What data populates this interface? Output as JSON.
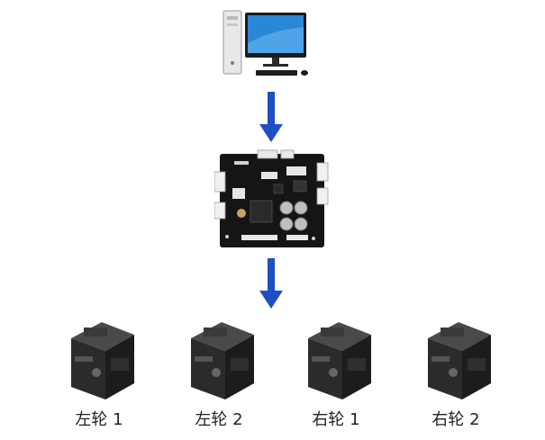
{
  "diagram": {
    "nodes": [
      {
        "id": "computer",
        "icon": "desktop-computer-icon"
      },
      {
        "id": "controller",
        "icon": "control-board-icon"
      },
      {
        "id": "motor-left-1",
        "icon": "servo-motor-icon",
        "label": "左轮 1"
      },
      {
        "id": "motor-left-2",
        "icon": "servo-motor-icon",
        "label": "左轮 2"
      },
      {
        "id": "motor-right-1",
        "icon": "servo-motor-icon",
        "label": "右轮 1"
      },
      {
        "id": "motor-right-2",
        "icon": "servo-motor-icon",
        "label": "右轮 2"
      }
    ],
    "edges": [
      {
        "from": "computer",
        "to": "controller"
      },
      {
        "from": "controller",
        "to": [
          "motor-left-1",
          "motor-left-2",
          "motor-right-1",
          "motor-right-2"
        ]
      }
    ],
    "colors": {
      "arrow": "#1f4fc4",
      "board": "#151515",
      "motor": "#2b2b2b",
      "screen": "#2a86d6"
    }
  }
}
